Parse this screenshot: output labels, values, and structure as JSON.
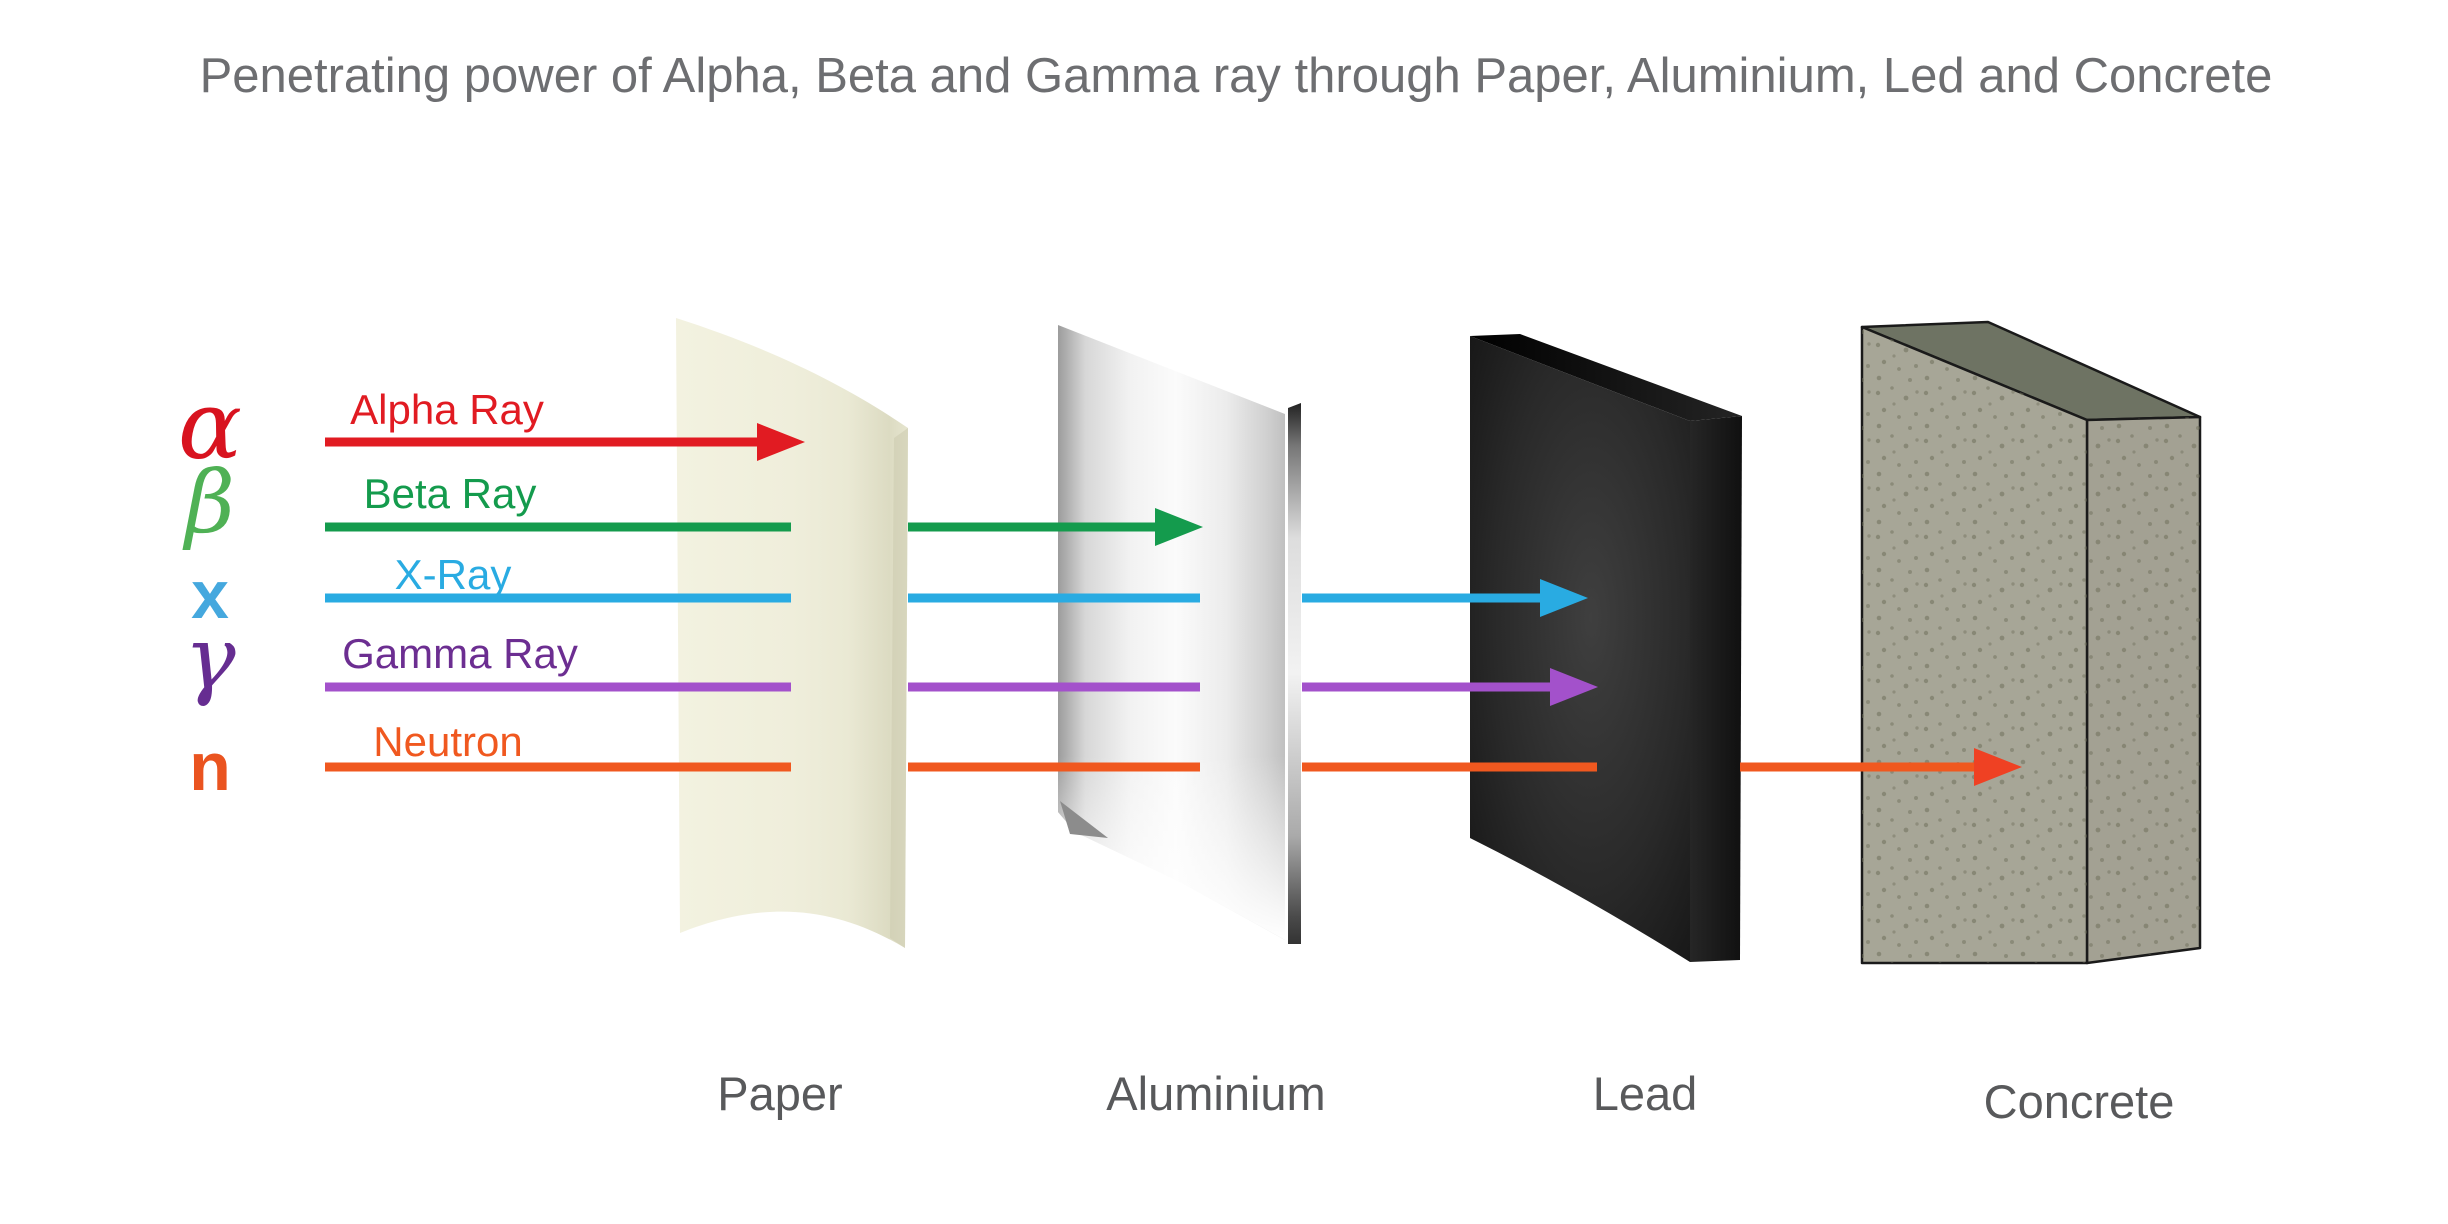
{
  "title": "Penetrating power of Alpha, Beta and Gamma ray through Paper, Aluminium, Led and Concrete",
  "colors": {
    "background": "#ffffff",
    "title": "#6d6e71",
    "material_label": "#58595b"
  },
  "rays": [
    {
      "symbol": "α",
      "label": "Alpha Ray",
      "line_color": "#e11b22",
      "symbol_color": "#d8131f",
      "label_color": "#e11b22",
      "stops_at": "Paper"
    },
    {
      "symbol": "β",
      "label": "Beta Ray",
      "line_color": "#149b4d",
      "symbol_color": "#4fb155",
      "label_color": "#149b4d",
      "stops_at": "Aluminium"
    },
    {
      "symbol": "x",
      "label": "X-Ray",
      "line_color": "#29abe2",
      "symbol_color": "#45a8de",
      "label_color": "#29abe2",
      "stops_at": "Lead"
    },
    {
      "symbol": "γ",
      "label": "Gamma Ray",
      "line_color": "#a351cb",
      "symbol_color": "#662d91",
      "label_color": "#6c2e91",
      "stops_at": "Lead"
    },
    {
      "symbol": "n",
      "label": "Neutron",
      "line_color": "#f0581f",
      "symbol_color": "#ea5420",
      "label_color": "#f0581f",
      "arrowhead_color": "#ef4123",
      "stops_at": "Concrete"
    }
  ],
  "materials": [
    {
      "label": "Paper"
    },
    {
      "label": "Aluminium"
    },
    {
      "label": "Lead"
    },
    {
      "label": "Concrete"
    }
  ]
}
